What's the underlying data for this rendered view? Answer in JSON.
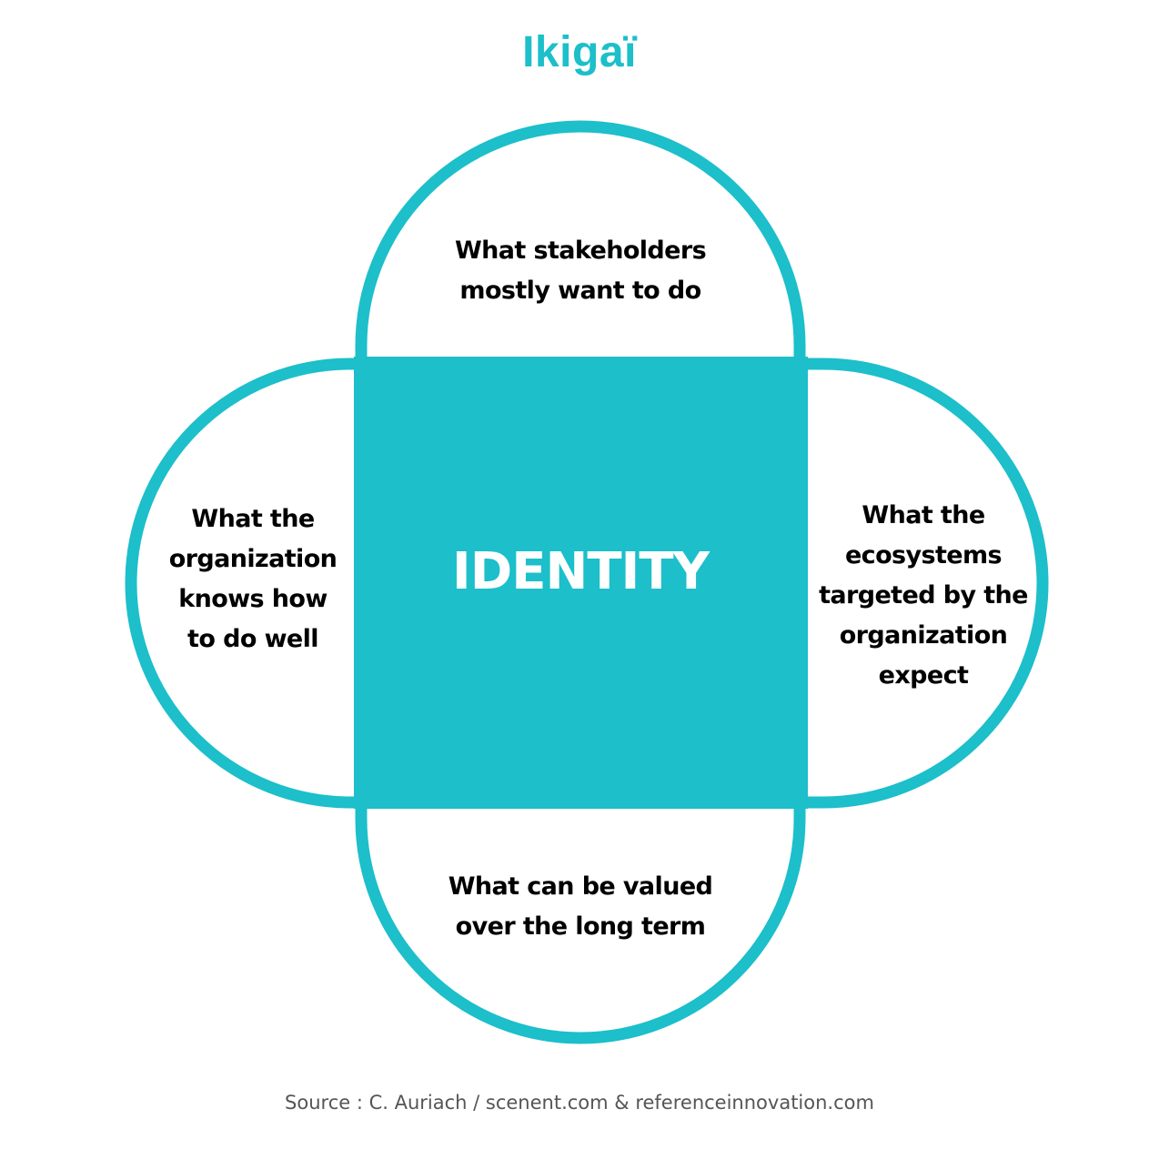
{
  "title": "Ikigaï",
  "center_label": "IDENTITY",
  "petals": {
    "top": [
      "What stakeholders",
      "mostly want to do"
    ],
    "left": [
      "What the",
      "organization",
      "knows how",
      "to do well"
    ],
    "right": [
      "What the",
      "ecosystems",
      "targeted by the",
      "organization",
      "expect"
    ],
    "bottom": [
      "What can be valued",
      "over the long term"
    ]
  },
  "source": "Source : C. Auriach / scenent.com & referenceinnovation.com",
  "colors": {
    "accent": "#1cbfca",
    "text": "#000000",
    "source_text": "#555555"
  }
}
